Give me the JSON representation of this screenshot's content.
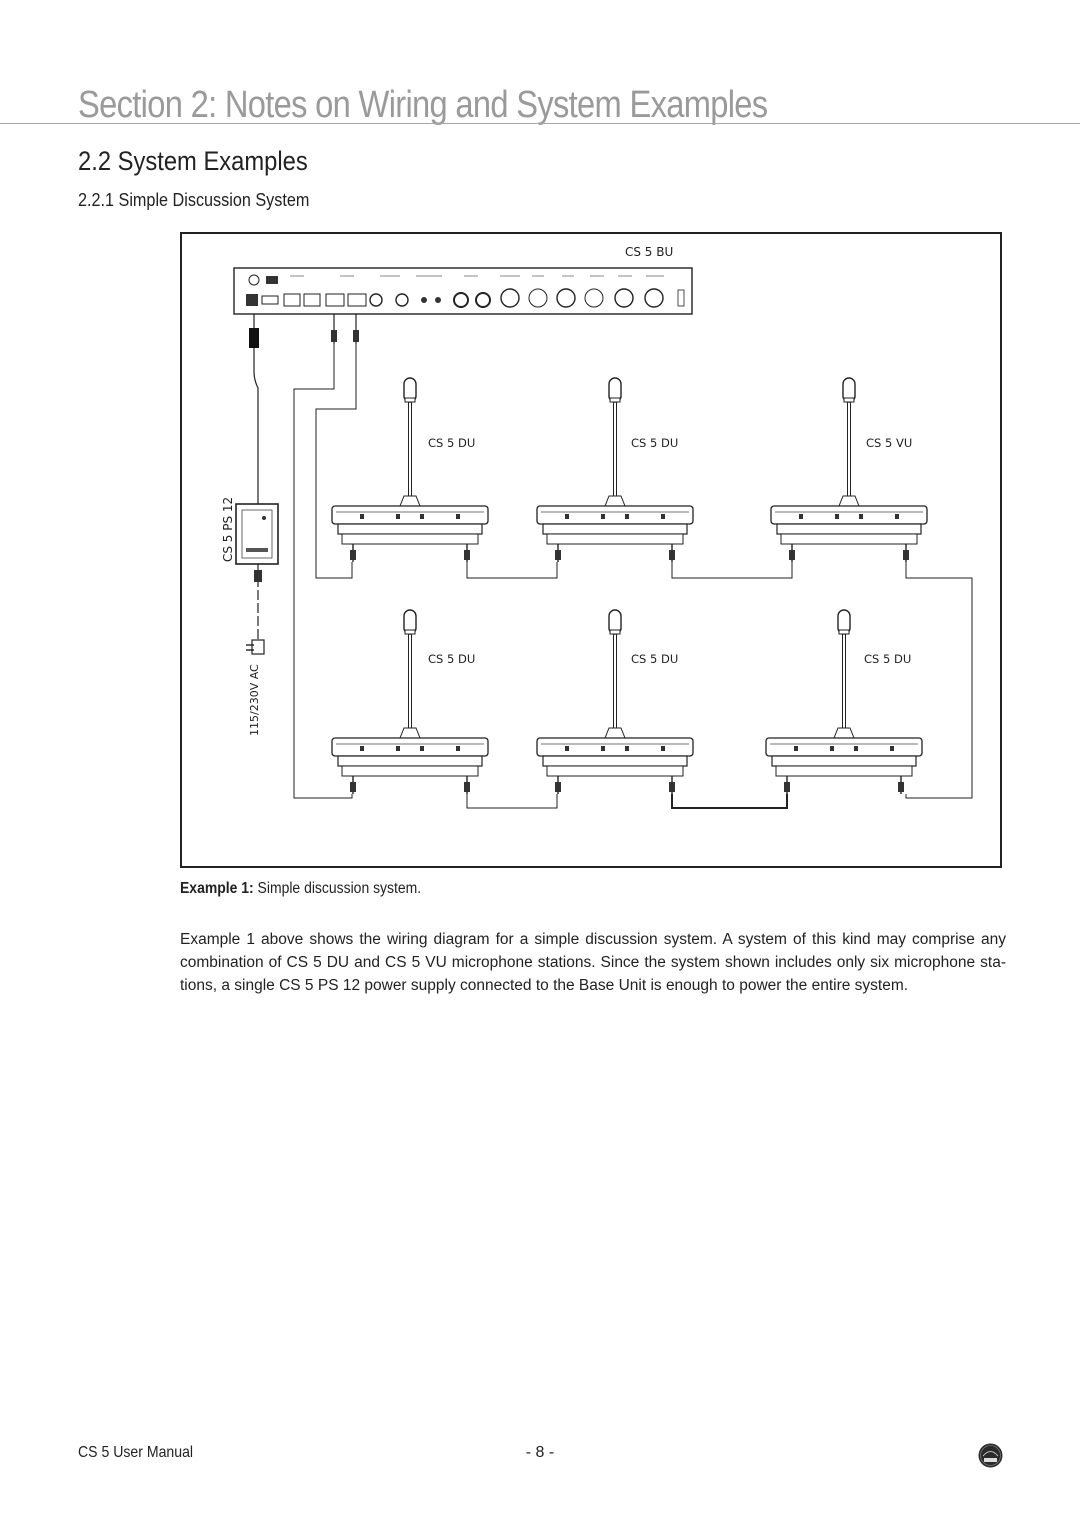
{
  "section_title": "Section 2: Notes on Wiring and System Examples",
  "heading": "2.2 System Examples",
  "subheading": "2.2.1 Simple Discussion System",
  "diagram": {
    "base_unit": "CS 5 BU",
    "power_supply": "CS 5 PS 12",
    "mains": "115/230V AC",
    "units_row1": [
      "CS 5 DU",
      "CS 5 DU",
      "CS 5 VU"
    ],
    "units_row2": [
      "CS 5 DU",
      "CS 5 DU",
      "CS 5 DU"
    ]
  },
  "caption": {
    "label": "Example 1:",
    "text": " Simple discussion system."
  },
  "body": "Example 1 above shows the wiring diagram for a simple discussion system. A system of this kind may comprise any combination of CS 5 DU and CS 5 VU microphone stations. Since the system shown includes only six microphone sta-tions, a single CS 5 PS 12 power supply connected to the Base Unit is enough to power the entire system.",
  "footer": {
    "manual": "CS 5 User Manual",
    "page": "- 8 -",
    "logo_icon": "akg-logo-icon"
  }
}
